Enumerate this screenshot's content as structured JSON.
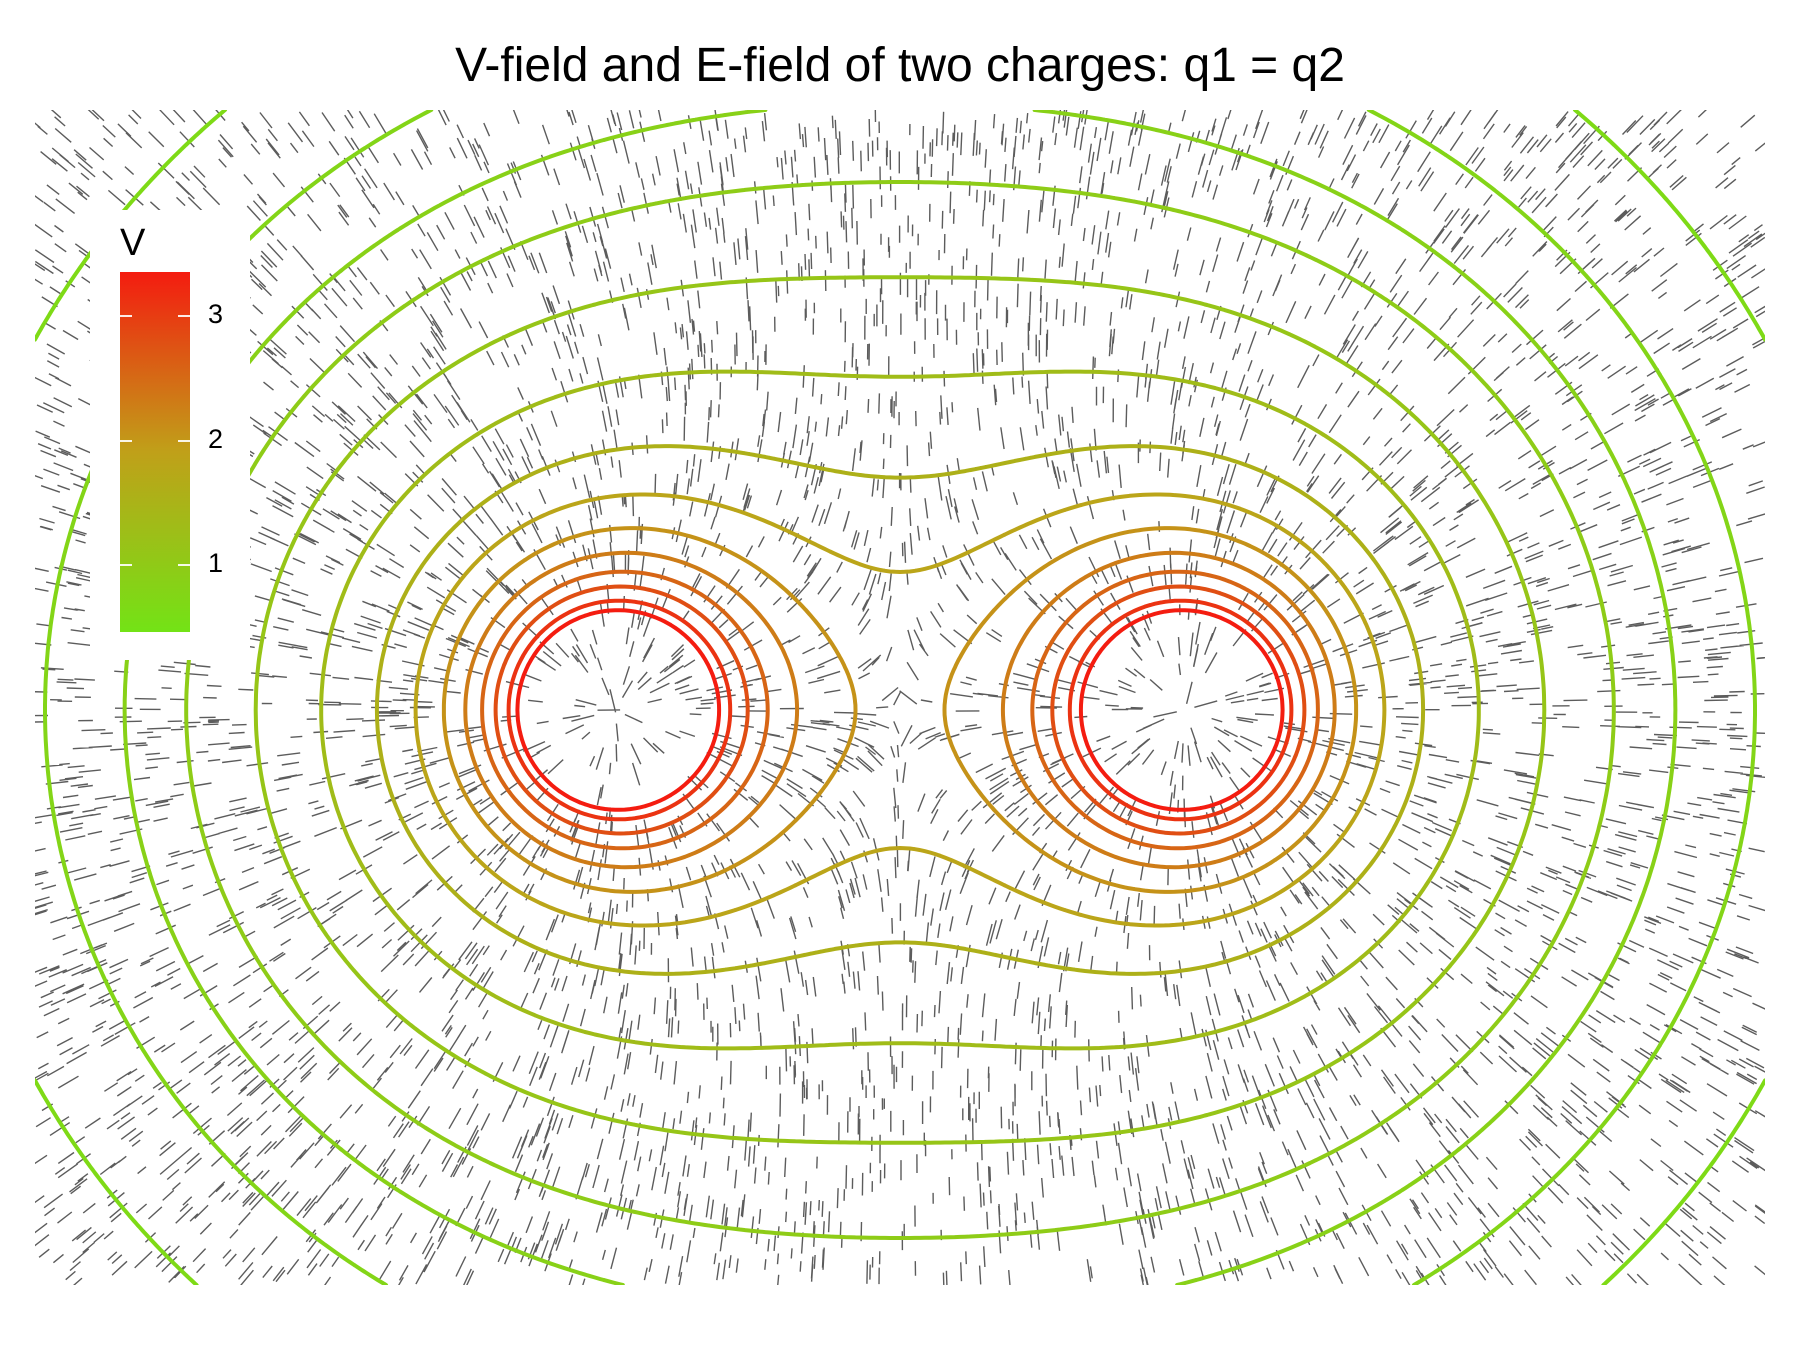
{
  "chart_data": {
    "type": "contour",
    "title": "V-field and E-field of two charges: q1 = q2",
    "charges": [
      {
        "x": -1,
        "y": 0,
        "q": 1
      },
      {
        "x": 1,
        "y": 0,
        "q": 1
      }
    ],
    "contour_levels": [
      0.45,
      0.55,
      0.65,
      0.75,
      0.85,
      0.95,
      1.1,
      1.3,
      1.55,
      1.8,
      2.05,
      2.3,
      2.55,
      2.8,
      3.1,
      3.35
    ],
    "legend": {
      "title": "V",
      "ticks": [
        1,
        2,
        3
      ],
      "range": [
        0.45,
        3.35
      ],
      "low_color": "#73e316",
      "high_color": "#f41c10",
      "mid_color": "#c0a019"
    },
    "field_segments_color": "#333333",
    "axes_visible": false,
    "grid": false,
    "legend_placement": "top-left"
  }
}
